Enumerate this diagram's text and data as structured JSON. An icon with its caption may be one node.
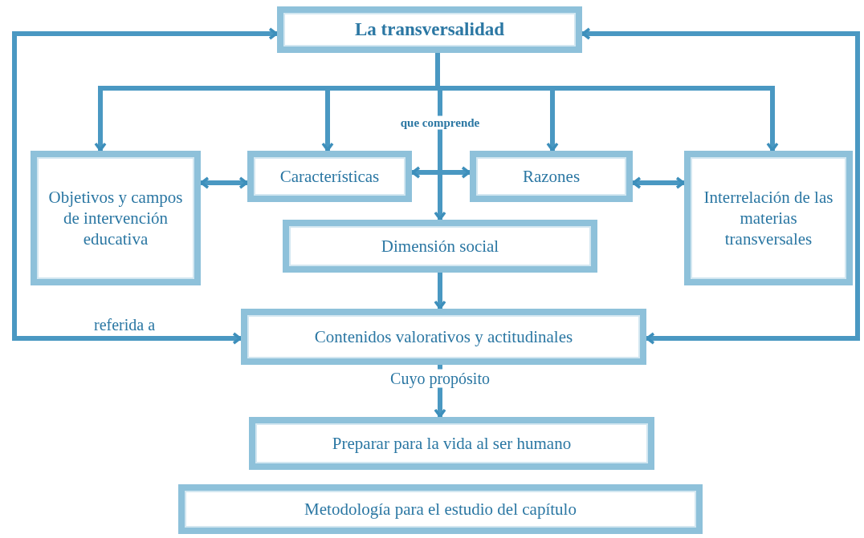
{
  "diagram": {
    "nodes": [
      {
        "text": [
          "La transversalidad"
        ]
      },
      {
        "text": [
          "Objetivos y campos de intervención educativa"
        ]
      },
      {
        "text": [
          "Características"
        ]
      },
      {
        "text": [
          "Razones"
        ]
      },
      {
        "text": [
          "Interrelación de las materias transversales"
        ]
      },
      {
        "text": [
          "Dimensión social"
        ]
      },
      {
        "text": [
          "Contenidos valorativos y actitudinales"
        ]
      },
      {
        "text": [
          "Preparar para la vida al ser humano"
        ]
      },
      {
        "text": [
          "Metodología para el estudio del capítulo"
        ]
      }
    ],
    "edges": [
      {
        "from": 0,
        "to": 1,
        "arrow": "to"
      },
      {
        "from": 0,
        "to": 2,
        "arrow": "to"
      },
      {
        "from": 0,
        "to": 3,
        "arrow": "to"
      },
      {
        "from": 0,
        "to": 4,
        "arrow": "to"
      },
      {
        "from": 0,
        "to": 5,
        "arrow": "to",
        "label": "que comprende"
      },
      {
        "from": 1,
        "to": 2,
        "arrow": "both"
      },
      {
        "from": 2,
        "to": 3,
        "arrow": "both"
      },
      {
        "from": 3,
        "to": 4,
        "arrow": "both"
      },
      {
        "from": 5,
        "to": 6,
        "arrow": "to"
      },
      {
        "from": 6,
        "to": 7,
        "arrow": "to",
        "label": "Cuyo propósito"
      },
      {
        "from": 6,
        "to": 0,
        "arrow": "both",
        "label": "referida a"
      },
      {
        "from": 6,
        "to": 0,
        "arrow": "both"
      }
    ]
  }
}
